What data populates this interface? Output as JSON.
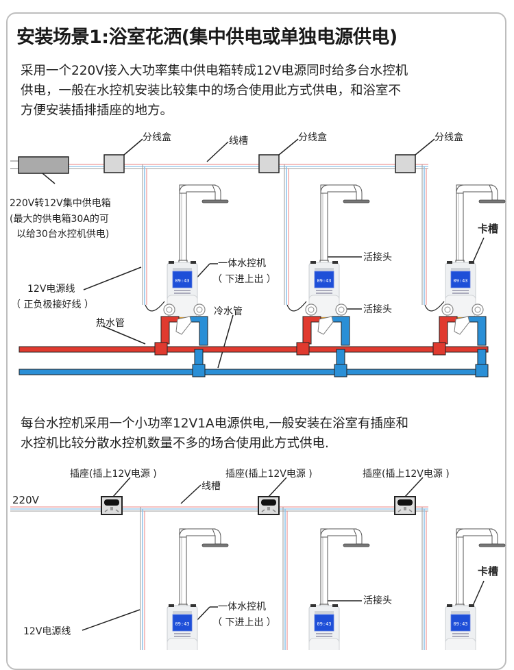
{
  "title": "安装场景1:浴室花洒(集中供电或单独电源供电)",
  "section1": {
    "description": "采用一个220V接入大功率集中供电箱转成12V电源同时给多台水控机\n供电，一般在水控机安装比较集中的场合使用此方式供电，和浴室不\n方便安装插排插座的地方。",
    "labels": {
      "junction_box_1": "分线盒",
      "junction_box_2": "分线盒",
      "junction_box_3": "分线盒",
      "trunking": "线槽",
      "power_box": "220V转12V集中供电箱",
      "power_box_note_1": "(最大的供电箱30A的可",
      "power_box_note_2": "以给30台水控机供电)",
      "controller": "一体水控机",
      "controller_note": "（ 下进上出 ）",
      "power_line": "12V电源线",
      "power_line_note": "（ 正负极接好线 ）",
      "hot_pipe": "热水管",
      "cold_pipe": "冷水管",
      "union_top": "活接头",
      "union_bottom": "活接头",
      "slot": "卡槽"
    }
  },
  "section2": {
    "description": "每台水控机采用一个小功率12V1A电源供电,一般安装在浴室有插座和\n水控机比较分散水控机数量不多的场合使用此方式供电.",
    "labels": {
      "socket_1": "插座(插上12V电源 )",
      "socket_2": "插座(插上12V电源 )",
      "socket_3": "插座(插上12V电源 )",
      "mains": "220V",
      "trunking": "线槽",
      "controller": "一体水控机",
      "controller_note": "（ 下进上出 ）",
      "power_line": "12V电源线",
      "union_top": "活接头",
      "slot": "卡槽"
    }
  },
  "device_display": "09:43",
  "colors": {
    "hot_pipe": "#e03a2f",
    "cold_pipe": "#2a8fd6",
    "wire_red": "#e88080",
    "wire_blue": "#8cc0e8",
    "screen": "#1e4fd8",
    "frame": "#bdbdbd"
  }
}
